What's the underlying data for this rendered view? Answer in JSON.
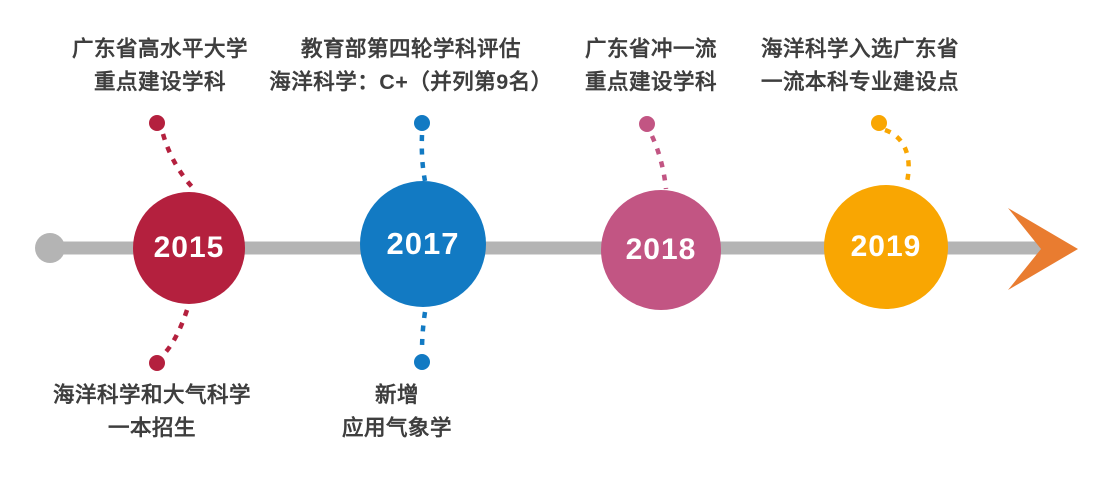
{
  "diagram": {
    "type": "timeline",
    "direction": "left-to-right",
    "colors": {
      "axis_gray": "#b4b4b4",
      "arrow_orange": "#e97c30",
      "text_dark": "#3e3e3e",
      "milestone_2015": "#b4203e",
      "milestone_2017": "#127ac3",
      "milestone_2018": "#c25583",
      "milestone_2019": "#f9a602"
    },
    "milestones": [
      {
        "year": "2015",
        "color": "#b4203e",
        "top_line1": "广东省高水平大学",
        "top_line2": "重点建设学科",
        "bottom_line1": "海洋科学和大气科学",
        "bottom_line2": "一本招生"
      },
      {
        "year": "2017",
        "color": "#127ac3",
        "top_line1": "教育部第四轮学科评估",
        "top_line2": "海洋科学：C+（并列第9名）",
        "bottom_line1": "新增",
        "bottom_line2": "应用气象学"
      },
      {
        "year": "2018",
        "color": "#c25583",
        "top_line1": "广东省冲一流",
        "top_line2": "重点建设学科"
      },
      {
        "year": "2019",
        "color": "#f9a602",
        "top_line1": "海洋科学入选广东省",
        "top_line2": "一流本科专业建设点"
      }
    ]
  }
}
